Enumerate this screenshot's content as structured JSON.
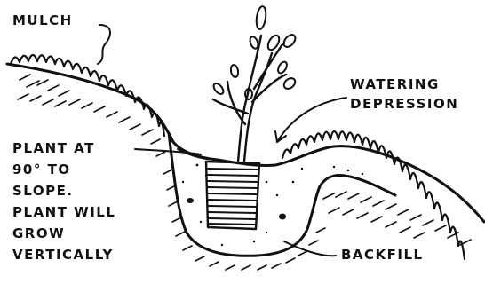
{
  "labels": {
    "mulch": "MULCH",
    "watering_line1": "WATERING",
    "watering_line2": "DEPRESSION",
    "plant_line1": "PLANT AT",
    "plant_line2": "90° TO",
    "plant_line3": "SLOPE.",
    "plant_line4": "PLANT WILL",
    "plant_line5": "GROW",
    "plant_line6": "VERTICALLY",
    "backfill": "BACKFILL"
  }
}
